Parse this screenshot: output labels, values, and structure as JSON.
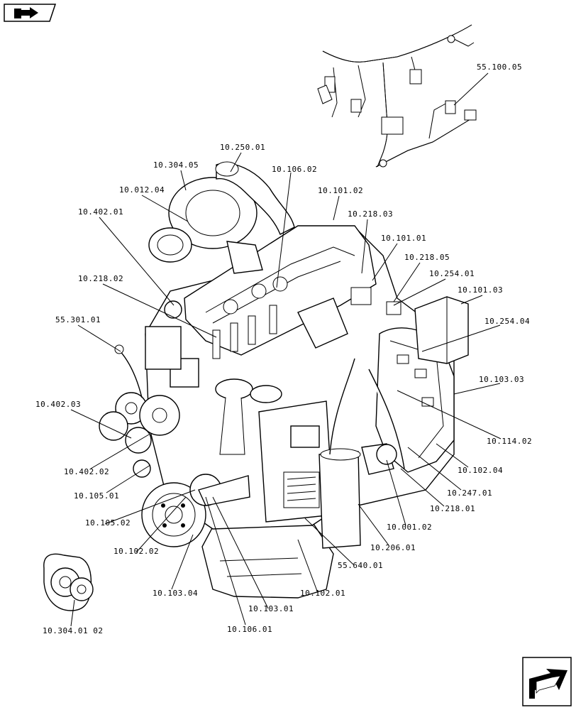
{
  "diagram": {
    "callouts": [
      {
        "id": "c-55-100-05",
        "text": "55.100.05"
      },
      {
        "id": "c-10-250-01",
        "text": "10.250.01"
      },
      {
        "id": "c-10-304-05",
        "text": "10.304.05"
      },
      {
        "id": "c-10-106-02",
        "text": "10.106.02"
      },
      {
        "id": "c-10-012-04",
        "text": "10.012.04"
      },
      {
        "id": "c-10-101-02",
        "text": "10.101.02"
      },
      {
        "id": "c-10-402-01",
        "text": "10.402.01"
      },
      {
        "id": "c-10-218-03",
        "text": "10.218.03"
      },
      {
        "id": "c-10-101-01",
        "text": "10.101.01"
      },
      {
        "id": "c-10-218-05",
        "text": "10.218.05"
      },
      {
        "id": "c-10-254-01",
        "text": "10.254.01"
      },
      {
        "id": "c-10-218-02",
        "text": "10.218.02"
      },
      {
        "id": "c-10-101-03",
        "text": "10.101.03"
      },
      {
        "id": "c-55-301-01",
        "text": "55.301.01"
      },
      {
        "id": "c-10-254-04",
        "text": "10.254.04"
      },
      {
        "id": "c-10-103-03",
        "text": "10.103.03"
      },
      {
        "id": "c-10-402-03",
        "text": "10.402.03"
      },
      {
        "id": "c-10-114-02",
        "text": "10.114.02"
      },
      {
        "id": "c-10-402-02",
        "text": "10.402.02"
      },
      {
        "id": "c-10-102-04",
        "text": "10.102.04"
      },
      {
        "id": "c-10-105-01",
        "text": "10.105.01"
      },
      {
        "id": "c-10-247-01",
        "text": "10.247.01"
      },
      {
        "id": "c-10-218-01",
        "text": "10.218.01"
      },
      {
        "id": "c-10-105-02",
        "text": "10.105.02"
      },
      {
        "id": "c-10-001-02",
        "text": "10.001.02"
      },
      {
        "id": "c-10-206-01",
        "text": "10.206.01"
      },
      {
        "id": "c-10-102-02",
        "text": "10.102.02"
      },
      {
        "id": "c-55-640-01",
        "text": "55.640.01"
      },
      {
        "id": "c-10-103-04",
        "text": "10.103.04"
      },
      {
        "id": "c-10-102-01",
        "text": "10.102.01"
      },
      {
        "id": "c-10-103-01",
        "text": "10.103.01"
      },
      {
        "id": "c-10-106-01",
        "text": "10.106.01"
      },
      {
        "id": "c-10-304-01-02",
        "text": "10.304.01 02"
      }
    ],
    "icons": {
      "top_left": "book-arrow-icon",
      "bottom_right": "next-page-arrow-icon"
    }
  }
}
